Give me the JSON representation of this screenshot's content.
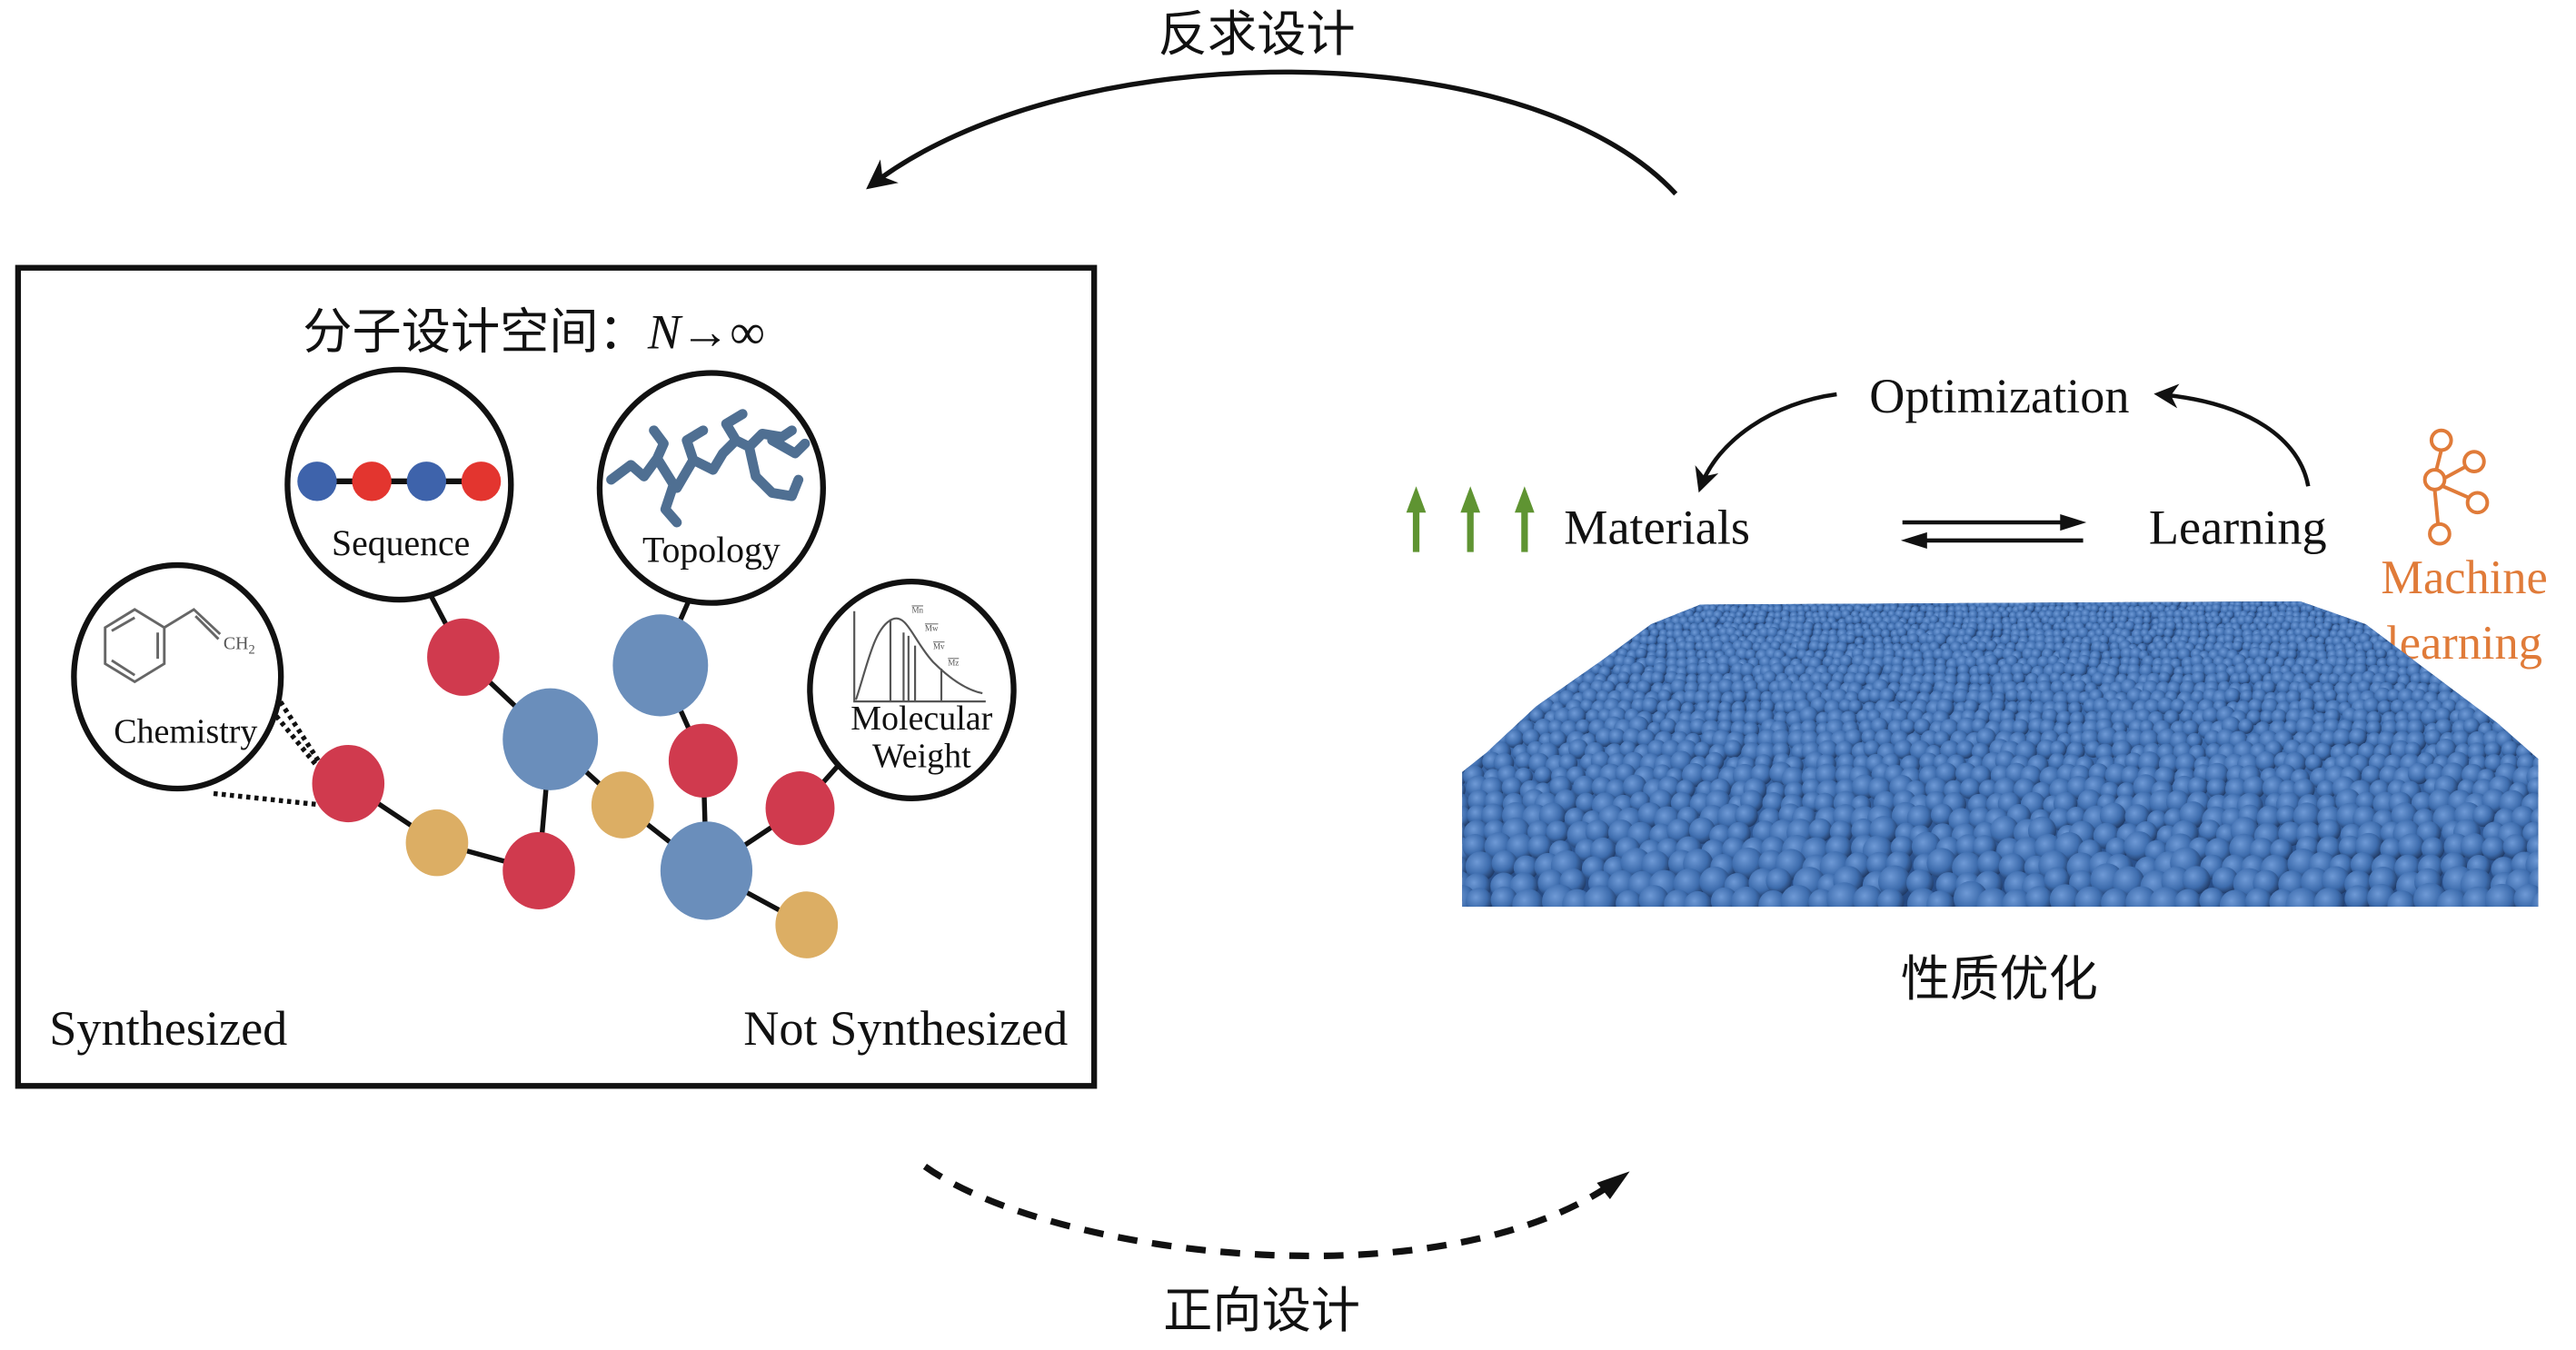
{
  "top_arrow": {
    "label": "反求设计",
    "direction": "right-to-left",
    "style": "solid"
  },
  "bottom_arrow": {
    "label": "正向设计",
    "direction": "left-to-right",
    "style": "dashed"
  },
  "design_space": {
    "title_cn": "分子设计空间：",
    "title_var": "N",
    "title_arrow": "→∞",
    "insets": {
      "sequence": "Sequence",
      "topology": "Topology",
      "chemistry": "Chemistry",
      "chemistry_group": "CH",
      "chemistry_sub": "2",
      "mw_line1": "Molecular",
      "mw_line2": "Weight",
      "mw_curve_labels": [
        "Mn",
        "Mw",
        "Mv",
        "Mz"
      ]
    },
    "left_caption": "Synthesized",
    "right_caption": "Not Synthesized",
    "node_colors": {
      "red": "#d03a4e",
      "blue": "#6a8ebb",
      "yellow": "#dcae64"
    },
    "sequence_beads": [
      "blue",
      "red",
      "blue",
      "red"
    ],
    "sequence_colors": {
      "blue": "#3e63ab",
      "red": "#e3352f"
    },
    "topology_color": "#4f6f92"
  },
  "property_panel": {
    "optimization": "Optimization",
    "materials": "Materials",
    "learning": "Learning",
    "ml_line1": "Machine",
    "ml_line2": "learning",
    "ml_color": "#e07b39",
    "up_arrows_count": 3,
    "up_arrow_color": "#5f9432",
    "bed_color": "#3d6cad",
    "caption": "性质优化"
  }
}
